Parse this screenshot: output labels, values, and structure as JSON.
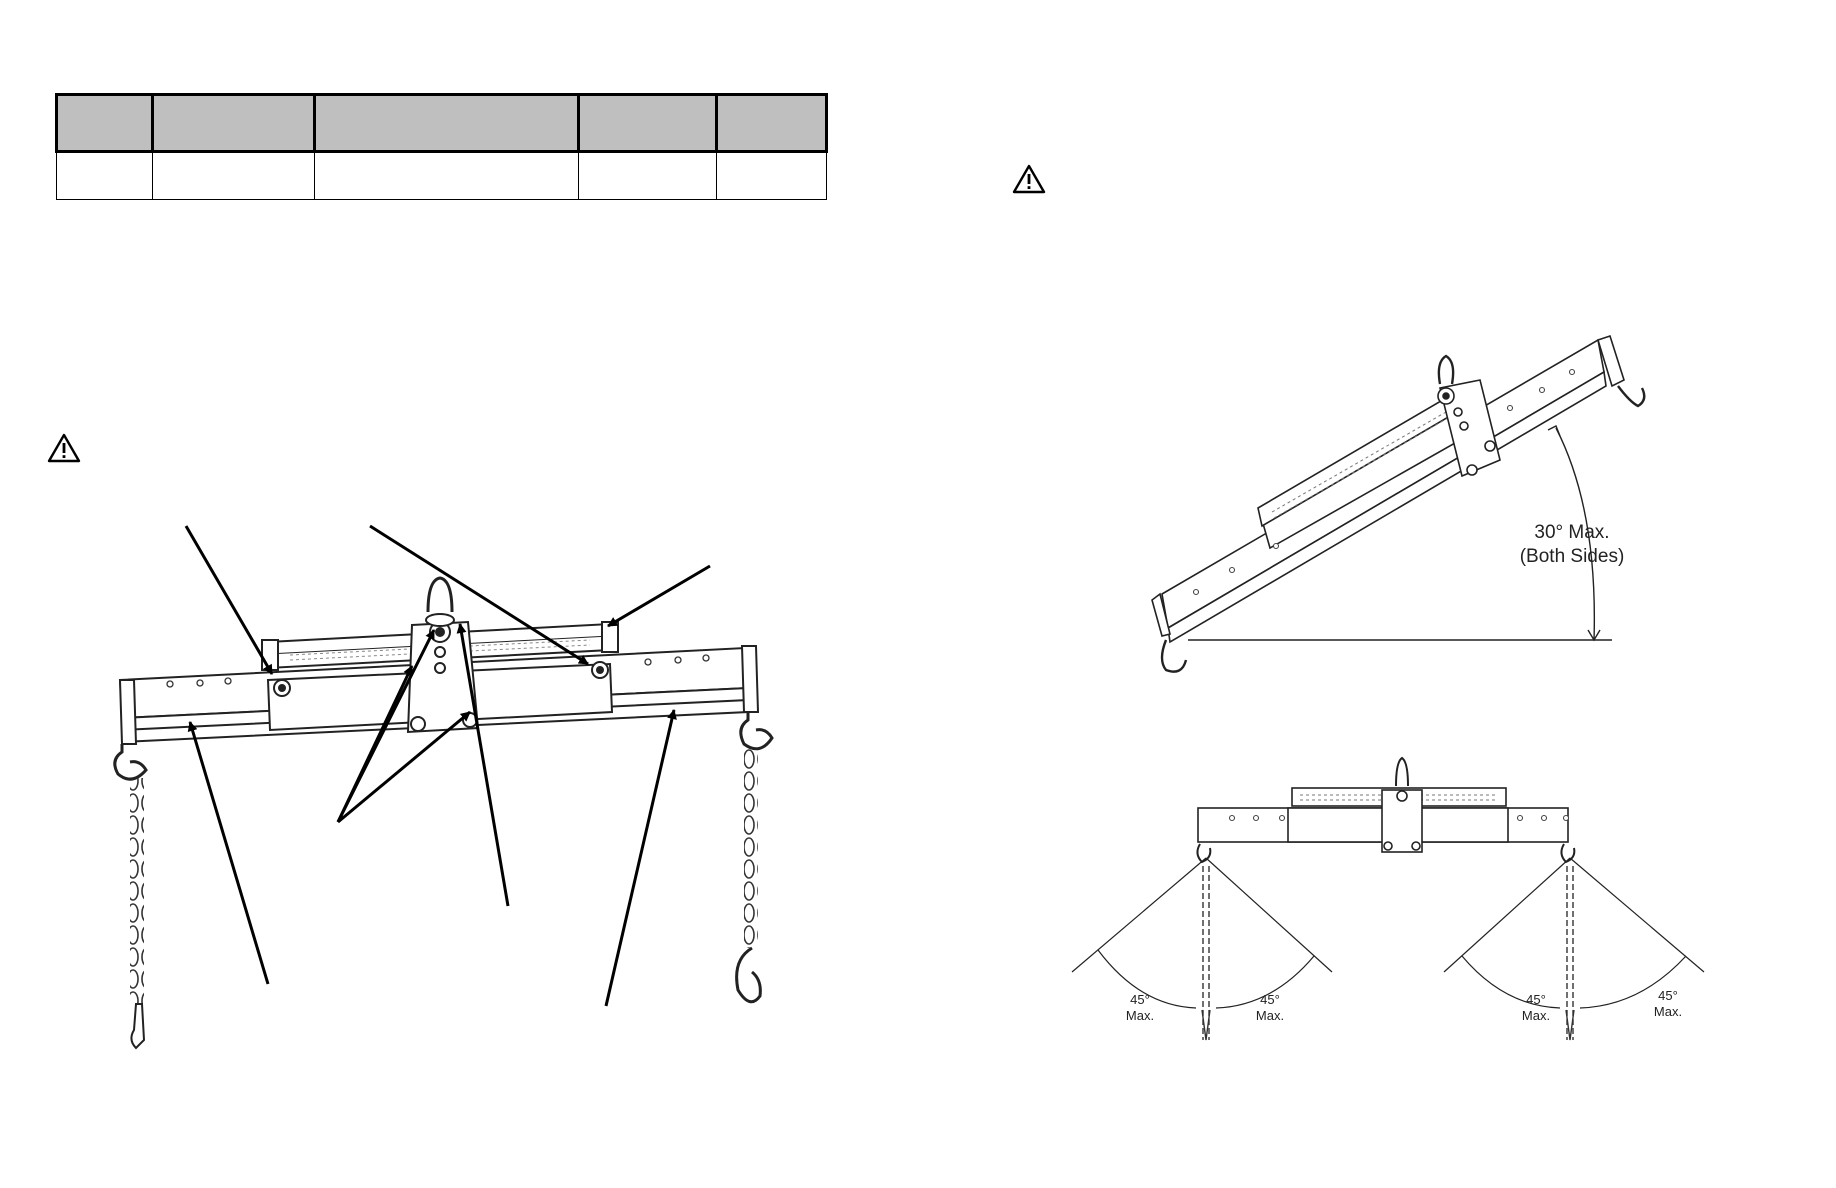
{
  "left_page": {
    "spec_table": {
      "columns": [
        "",
        "",
        "",
        "",
        ""
      ],
      "rows": [
        [
          "",
          "",
          "",
          "",
          ""
        ]
      ]
    },
    "warning_icon": "warning-triangle-icon"
  },
  "right_page": {
    "warning_icon": "warning-triangle-icon",
    "tilt_figure": {
      "angle_label_line1": "30° Max.",
      "angle_label_line2": "(Both Sides)"
    },
    "chain_angle_figure": {
      "labels": [
        {
          "value": "45°",
          "unit": "Max."
        },
        {
          "value": "45°",
          "unit": "Max."
        },
        {
          "value": "45°",
          "unit": "Max."
        },
        {
          "value": "45°",
          "unit": "Max."
        }
      ]
    }
  }
}
